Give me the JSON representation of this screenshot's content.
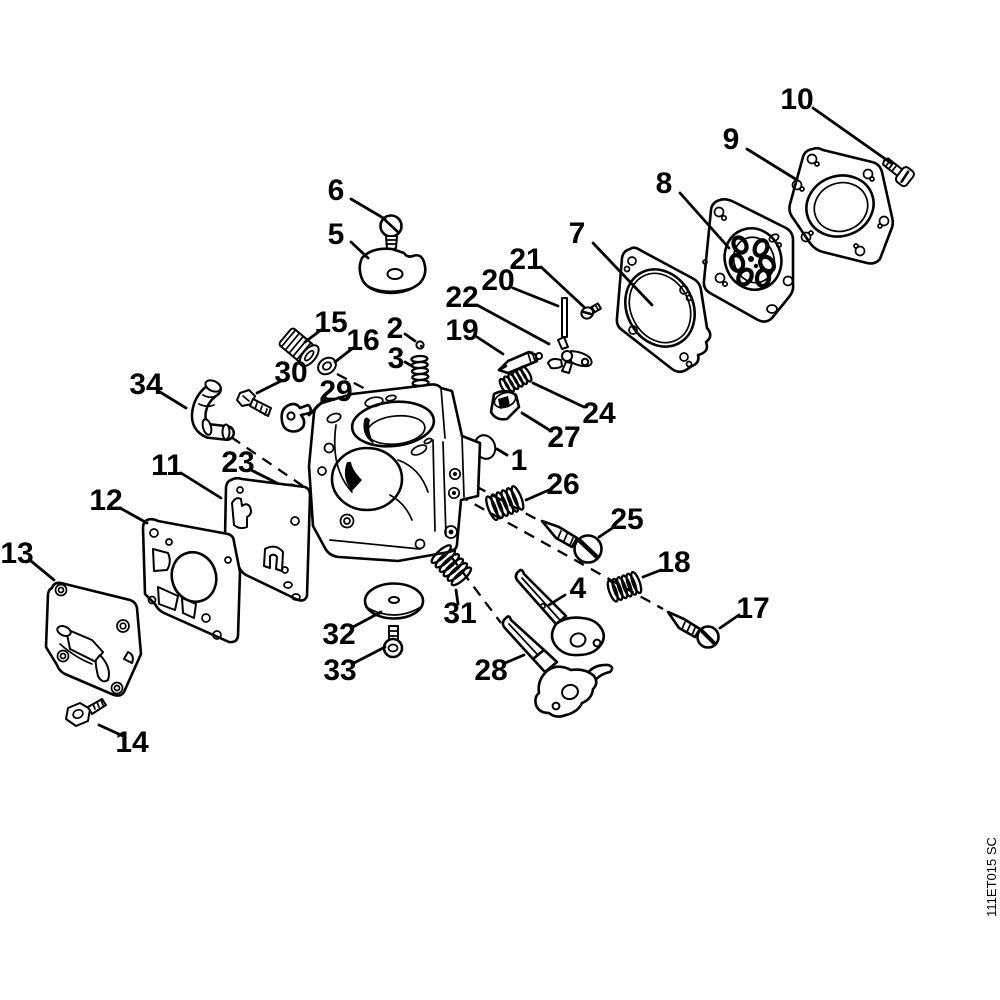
{
  "figure": {
    "code": "111ET015 SC",
    "colors": {
      "ink": "#000000",
      "background": "#ffffff"
    },
    "callouts": {
      "1": "1",
      "2": "2",
      "3": "3",
      "4": "4",
      "5": "5",
      "6": "6",
      "7": "7",
      "8": "8",
      "9": "9",
      "10": "10",
      "11": "11",
      "12": "12",
      "13": "13",
      "14": "14",
      "15": "15",
      "16": "16",
      "17": "17",
      "18": "18",
      "19": "19",
      "20": "20",
      "21": "21",
      "22": "22",
      "23": "23",
      "24": "24",
      "25": "25",
      "26": "26",
      "27": "27",
      "28": "28",
      "29": "29",
      "30": "30",
      "31": "31",
      "32": "32",
      "33": "33",
      "34": "34"
    }
  }
}
